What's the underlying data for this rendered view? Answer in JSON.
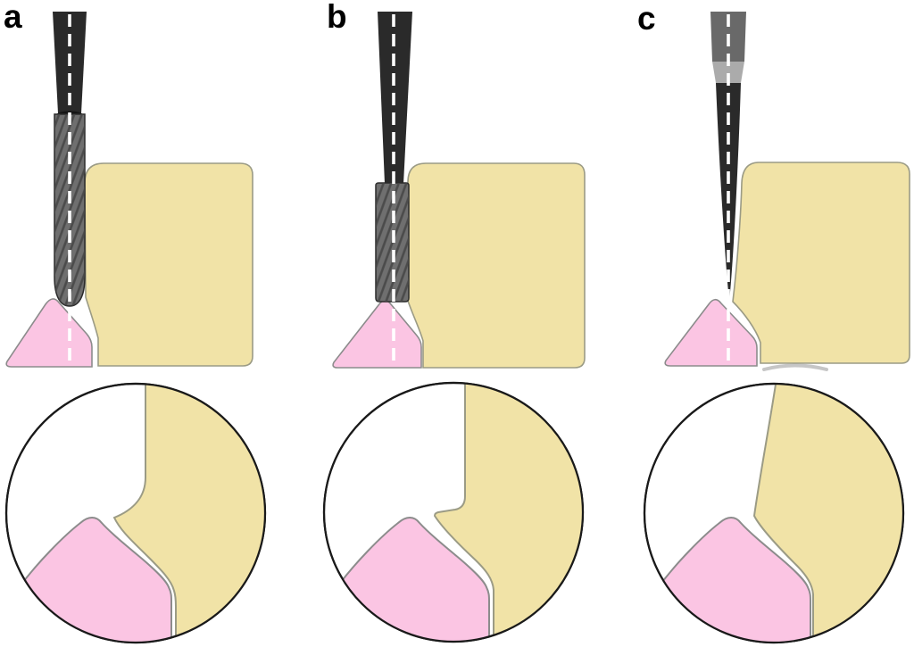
{
  "figure": {
    "panels": [
      {
        "label": "a"
      },
      {
        "label": "b"
      },
      {
        "label": "c"
      }
    ],
    "colors": {
      "background": "#FFFFFF",
      "label": "#000000",
      "tooth": "#F1E3A7",
      "tooth_outline": "#9B9B85",
      "gingiva": "#FBC5E3",
      "gingiva_outline": "#8C8C8C",
      "bur_body": "#6F6F6F",
      "bur_hatch": "#454545",
      "bur_outline": "#2B2B2B",
      "bur_shank_dark": "#2A2A2A",
      "bur_shank_gray": "#696969",
      "bur_neck_light": "#ABABAB",
      "centerline": "#FFFFFF",
      "circle_outline": "#1A1A1A",
      "shadow_artifact": "#A8A8A8"
    }
  }
}
